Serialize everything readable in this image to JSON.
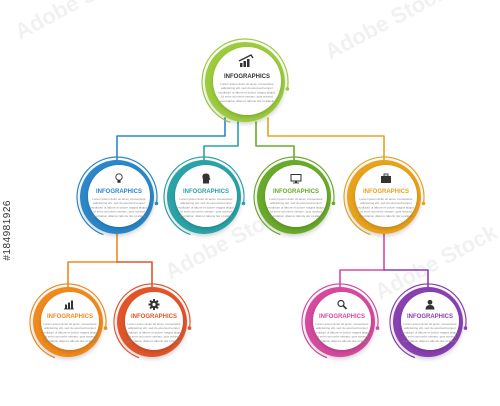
{
  "nodes": [
    {
      "id": "root",
      "title": "INFOGRAPHICS",
      "color": "#9ccc3c",
      "icon": "bar-chart-icon",
      "textColor": "#333333",
      "body": [
        "Lorem ipsum dolor sit amet, consectetur",
        "adipisicing elit, sed do eiusmod tempor",
        "incididunt ut labore et dolore magna aliqua.",
        "Ut enim ad minim veniam, quis nostrud",
        "exercitation ullamco laboris nisi ut aliquip"
      ]
    },
    {
      "id": "l1a",
      "title": "INFOGRAPHICS",
      "color": "#2a87c9",
      "icon": "lightbulb-icon",
      "textColor": "#2a87c9",
      "body": [
        "Lorem ipsum dolor sit amet, consectetur",
        "adipisicing elit, sed do eiusmod tempor",
        "incididunt ut labore et dolore magna aliqua.",
        "Ut enim ad minim veniam, quis nostrud",
        "exercitation ullamco laboris nisi ut aliquip"
      ]
    },
    {
      "id": "l1b",
      "title": "INFOGRAPHICS",
      "color": "#2aa3a8",
      "icon": "head-profile-icon",
      "textColor": "#2aa3a8",
      "body": [
        "Lorem ipsum dolor sit amet, consectetur",
        "adipisicing elit, sed do eiusmod tempor",
        "incididunt ut labore et dolore magna aliqua.",
        "Ut enim ad minim veniam, quis nostrud",
        "exercitation ullamco laboris nisi ut aliquip"
      ]
    },
    {
      "id": "l1c",
      "title": "INFOGRAPHICS",
      "color": "#6aaa2a",
      "icon": "monitor-icon",
      "textColor": "#6aaa2a",
      "body": [
        "Lorem ipsum dolor sit amet, consectetur",
        "adipisicing elit, sed do eiusmod tempor",
        "incididunt ut labore et dolore magna aliqua.",
        "Ut enim ad minim veniam, quis nostrud",
        "exercitation ullamco laboris nisi ut aliquip"
      ]
    },
    {
      "id": "l1d",
      "title": "INFOGRAPHICS",
      "color": "#e8a21e",
      "icon": "briefcase-icon",
      "textColor": "#e8a21e",
      "body": [
        "Lorem ipsum dolor sit amet, consectetur",
        "adipisicing elit, sed do eiusmod tempor",
        "incididunt ut labore et dolore magna aliqua.",
        "Ut enim ad minim veniam, quis nostrud",
        "exercitation ullamco laboris nisi ut aliquip"
      ]
    },
    {
      "id": "l2a",
      "title": "INFOGRAPHICS",
      "color": "#f08a1e",
      "icon": "bar-graph-icon",
      "textColor": "#f08a1e",
      "body": [
        "Lorem ipsum dolor sit amet, consectetur",
        "adipisicing elit, sed do eiusmod tempor",
        "incididunt ut labore et dolore magna aliqua.",
        "Ut enim ad minim veniam, quis nostrud",
        "exercitation ullamco laboris nisi ut aliquip"
      ]
    },
    {
      "id": "l2b",
      "title": "INFOGRAPHICS",
      "color": "#e2552a",
      "icon": "gear-icon",
      "textColor": "#e2552a",
      "body": [
        "Lorem ipsum dolor sit amet, consectetur",
        "adipisicing elit, sed do eiusmod tempor",
        "incididunt ut labore et dolore magna aliqua.",
        "Ut enim ad minim veniam, quis nostrud",
        "exercitation ullamco laboris nisi ut aliquip"
      ]
    },
    {
      "id": "l2c",
      "title": "INFOGRAPHICS",
      "color": "#d64a9e",
      "icon": "search-icon",
      "textColor": "#d64a9e",
      "body": [
        "Lorem ipsum dolor sit amet, consectetur",
        "adipisicing elit, sed do eiusmod tempor",
        "incididunt ut labore et dolore magna aliqua.",
        "Ut enim ad minim veniam, quis nostrud",
        "exercitation ullamco laboris nisi ut aliquip"
      ]
    },
    {
      "id": "l2d",
      "title": "INFOGRAPHICS",
      "color": "#8a3fb2",
      "icon": "user-icon",
      "textColor": "#8a3fb2",
      "body": [
        "Lorem ipsum dolor sit amet, consectetur",
        "adipisicing elit, sed do eiusmod tempor",
        "incididunt ut labore et dolore magna aliqua.",
        "Ut enim ad minim veniam, quis nostrud",
        "exercitation ullamco laboris nisi ut aliquip"
      ]
    }
  ],
  "watermark": "Adobe Stock",
  "stock_id": "#184981926"
}
